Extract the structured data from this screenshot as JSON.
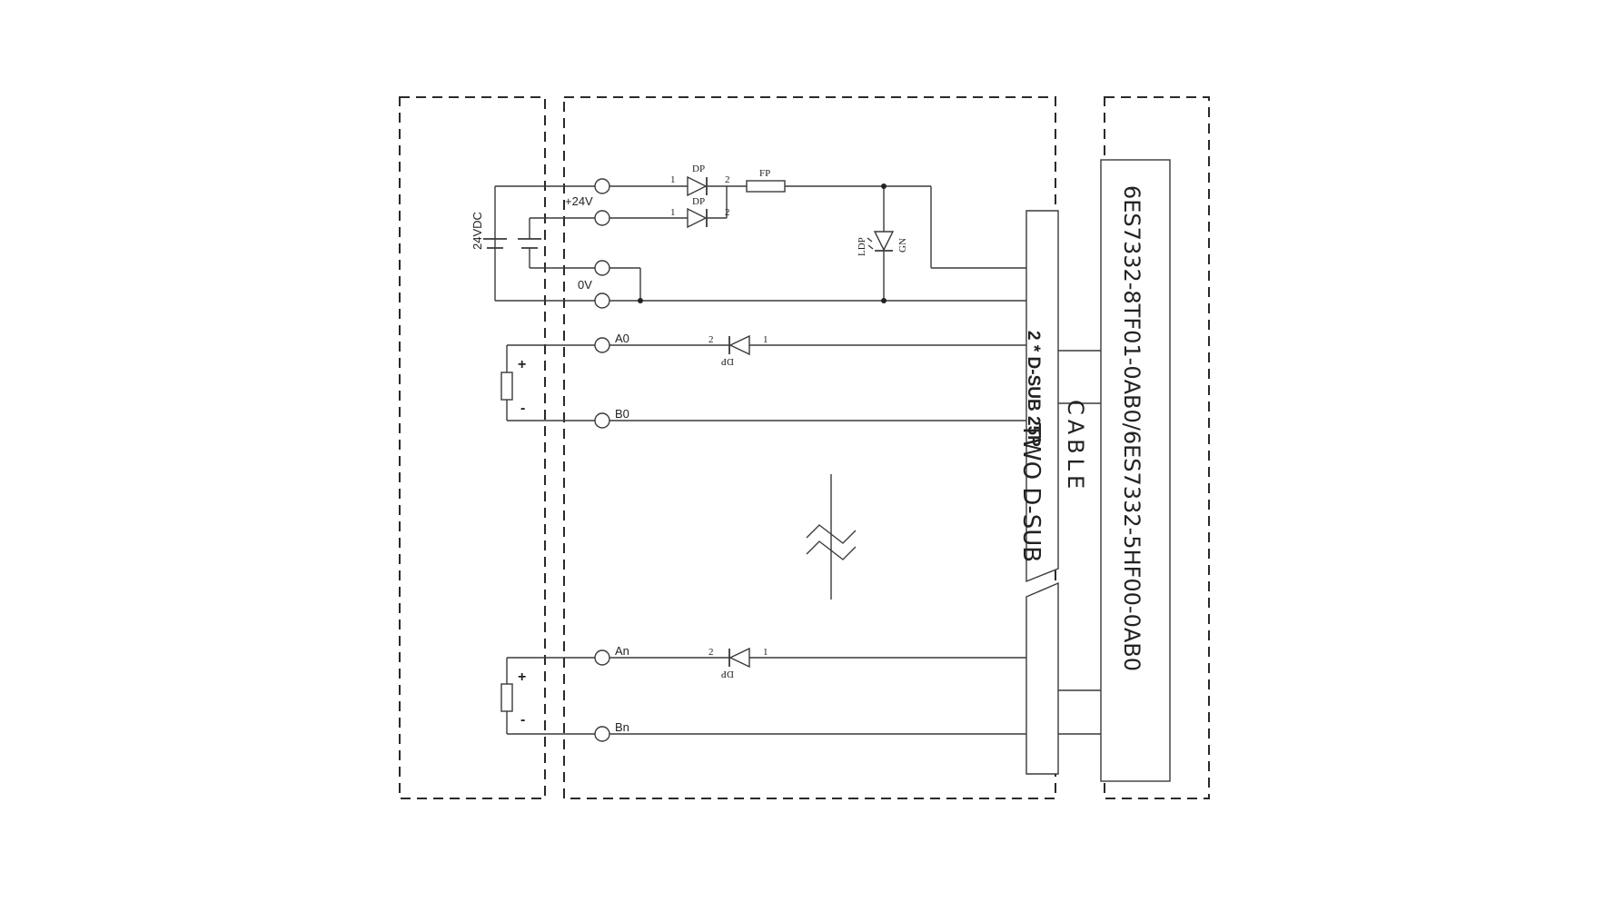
{
  "supply": {
    "voltage_label": "24VDC",
    "plus24_label": "+24V",
    "zero_label": "0V",
    "diode_label": "DP",
    "diode_pin1": "1",
    "diode_pin2": "2",
    "fuse_label": "FP",
    "led_label": "LDP",
    "led_color_label": "GN"
  },
  "channels": [
    {
      "a_label": "A0",
      "b_label": "B0",
      "plus": "+",
      "minus": "-",
      "diode_label": "DP",
      "pin_left": "2",
      "pin_right": "1"
    },
    {
      "a_label": "An",
      "b_label": "Bn",
      "plus": "+",
      "minus": "-",
      "diode_label": "DP",
      "pin_left": "2",
      "pin_right": "1"
    }
  ],
  "connector": {
    "main_label": "2 * D-SUB 25P",
    "sub_label": "TWO  D-SUB"
  },
  "cable": {
    "label": "CABLE"
  },
  "module": {
    "part_number": "6ES7332-8TF01-0AB0/6ES7332-5HF00-0AB0"
  }
}
